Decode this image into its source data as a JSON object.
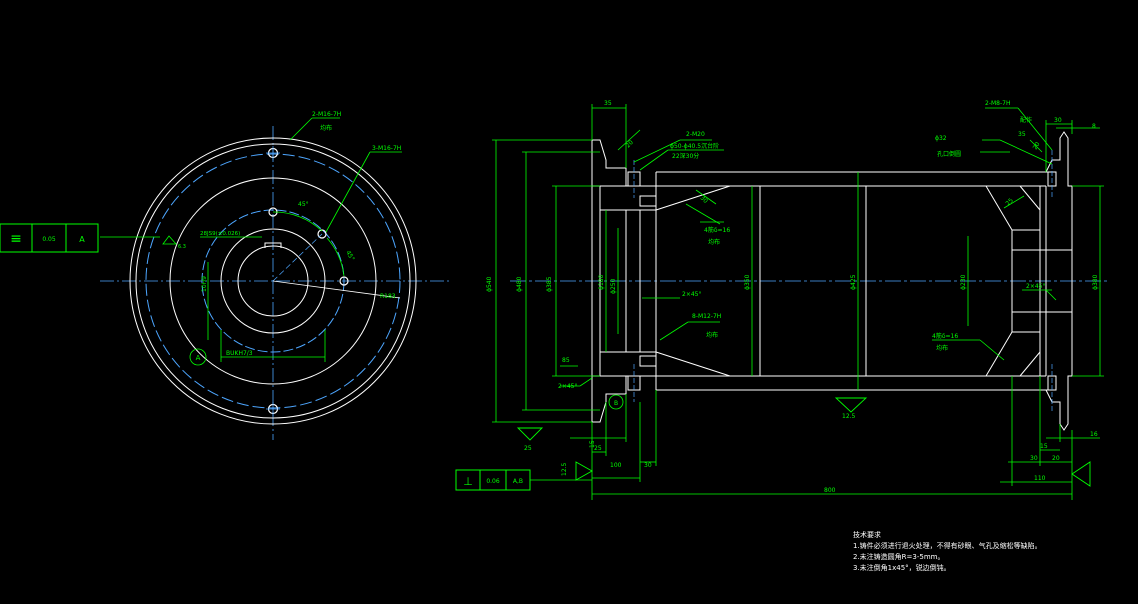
{
  "colors": {
    "bg": "#000000",
    "geo": "#ffffff",
    "dim": "#00ff00",
    "center": "#4da6ff",
    "text": "#ffffff"
  },
  "left_view": {
    "leader_top": "2-M16-7H",
    "leader_top_note": "均布",
    "leader_mid": "3-M16-7H",
    "angle_label": "45°",
    "angle_label2": "45°",
    "fit_label": "28JS9(±0.026)",
    "radius_label": "R183",
    "width_label": "BUKH7/3",
    "datum_circle": "A",
    "vert_dim": "10H9",
    "rough": "6.3"
  },
  "fcf_left": {
    "symbol": "≡",
    "tol": "0.05",
    "datum": "A"
  },
  "right_view": {
    "dim_top_35": "35",
    "dim_top_20": "20",
    "leader_m20": "2-M20",
    "leader_depth_1": "ϕ50-ϕ40.5沉台阶",
    "leader_depth_2": "22深30分",
    "leader_top_right": "2-M8-7H",
    "leader_top_right_note": "配作",
    "leader_hole_note": "孔口倒圆",
    "hole_phi32": "ϕ32",
    "dim_30_top": "30",
    "dim_35_top": "35",
    "dim_8": "8",
    "dim_25_right": "25",
    "dim_20_small": "20",
    "phi_540": "ϕ540",
    "phi_480": "ϕ480",
    "phi_360_left": "ϕ385",
    "phi_180": "ϕ180",
    "phi_250": "ϕ250",
    "phi_350_mid": "ϕ350",
    "phi_425": "ϕ425",
    "phi_230": "ϕ230",
    "phi_380_right": "ϕ380",
    "rib_left_1": "4筋δ=16",
    "rib_left_2": "均布",
    "rib_right_1": "4筋δ=16",
    "rib_right_2": "均布",
    "chamfer_1": "2×45°",
    "chamfer_2": "2×45°",
    "chamfer_3": "2×45°",
    "thread_8": "8-M12-7H",
    "thread_8_note": "均布",
    "dim_85": "85",
    "circle_b": "B",
    "rough_bottom": "12.5",
    "rough_left": "25",
    "rough_lower": "12.5",
    "dim_15": "15",
    "dim_25": "25",
    "dim_100": "100",
    "dim_30": "30",
    "dim_800": "800",
    "dim_30_r": "30",
    "dim_20_r": "20",
    "dim_110": "110",
    "dim_15_r": "15",
    "dim_16": "16"
  },
  "fcf_right": {
    "symbol": "⊥",
    "tol": "0.06",
    "datum": "A,B"
  },
  "notes": {
    "title": "技术要求",
    "l1": "1.铸件必须进行退火处理，不得有砂眼、气孔及缩松等缺陷。",
    "l2": "2.未注铸造圆角R=3-5mm。",
    "l3": "3.未注倒角1x45°，锐边倒钝。"
  }
}
